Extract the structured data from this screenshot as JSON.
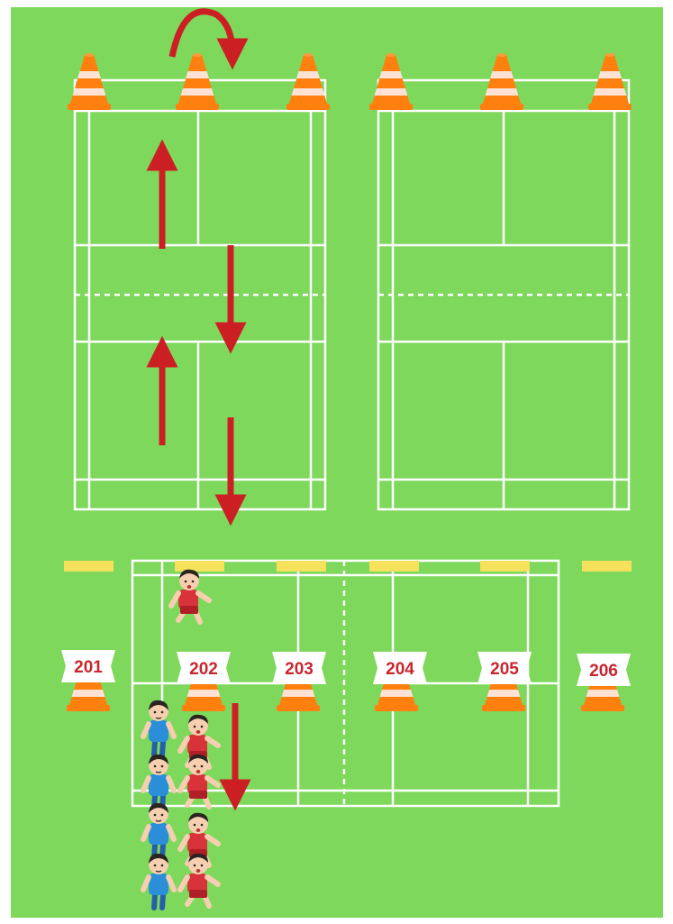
{
  "colors": {
    "field": "#7ed85c",
    "line": "#ffffff",
    "arrow": "#cc1f24",
    "cone": "#ff7f0f",
    "cone_stripe": "#ffd9c7",
    "marker": "#f5e15c",
    "banner": "#ffffff",
    "banner_text": "#c8262e",
    "runner_red": "#d8323b",
    "runner_blue": "#2a8fd8",
    "skin": "#f6cfb0",
    "hair": "#2b2522"
  },
  "stations": [
    {
      "label": "201"
    },
    {
      "label": "202"
    },
    {
      "label": "203"
    },
    {
      "label": "204"
    },
    {
      "label": "205"
    },
    {
      "label": "206"
    }
  ],
  "icons": {
    "cone": "traffic-cone-icon",
    "arrow": "direction-arrow-icon",
    "runner_red": "runner-red-icon",
    "runner_blue": "runner-blue-icon"
  }
}
